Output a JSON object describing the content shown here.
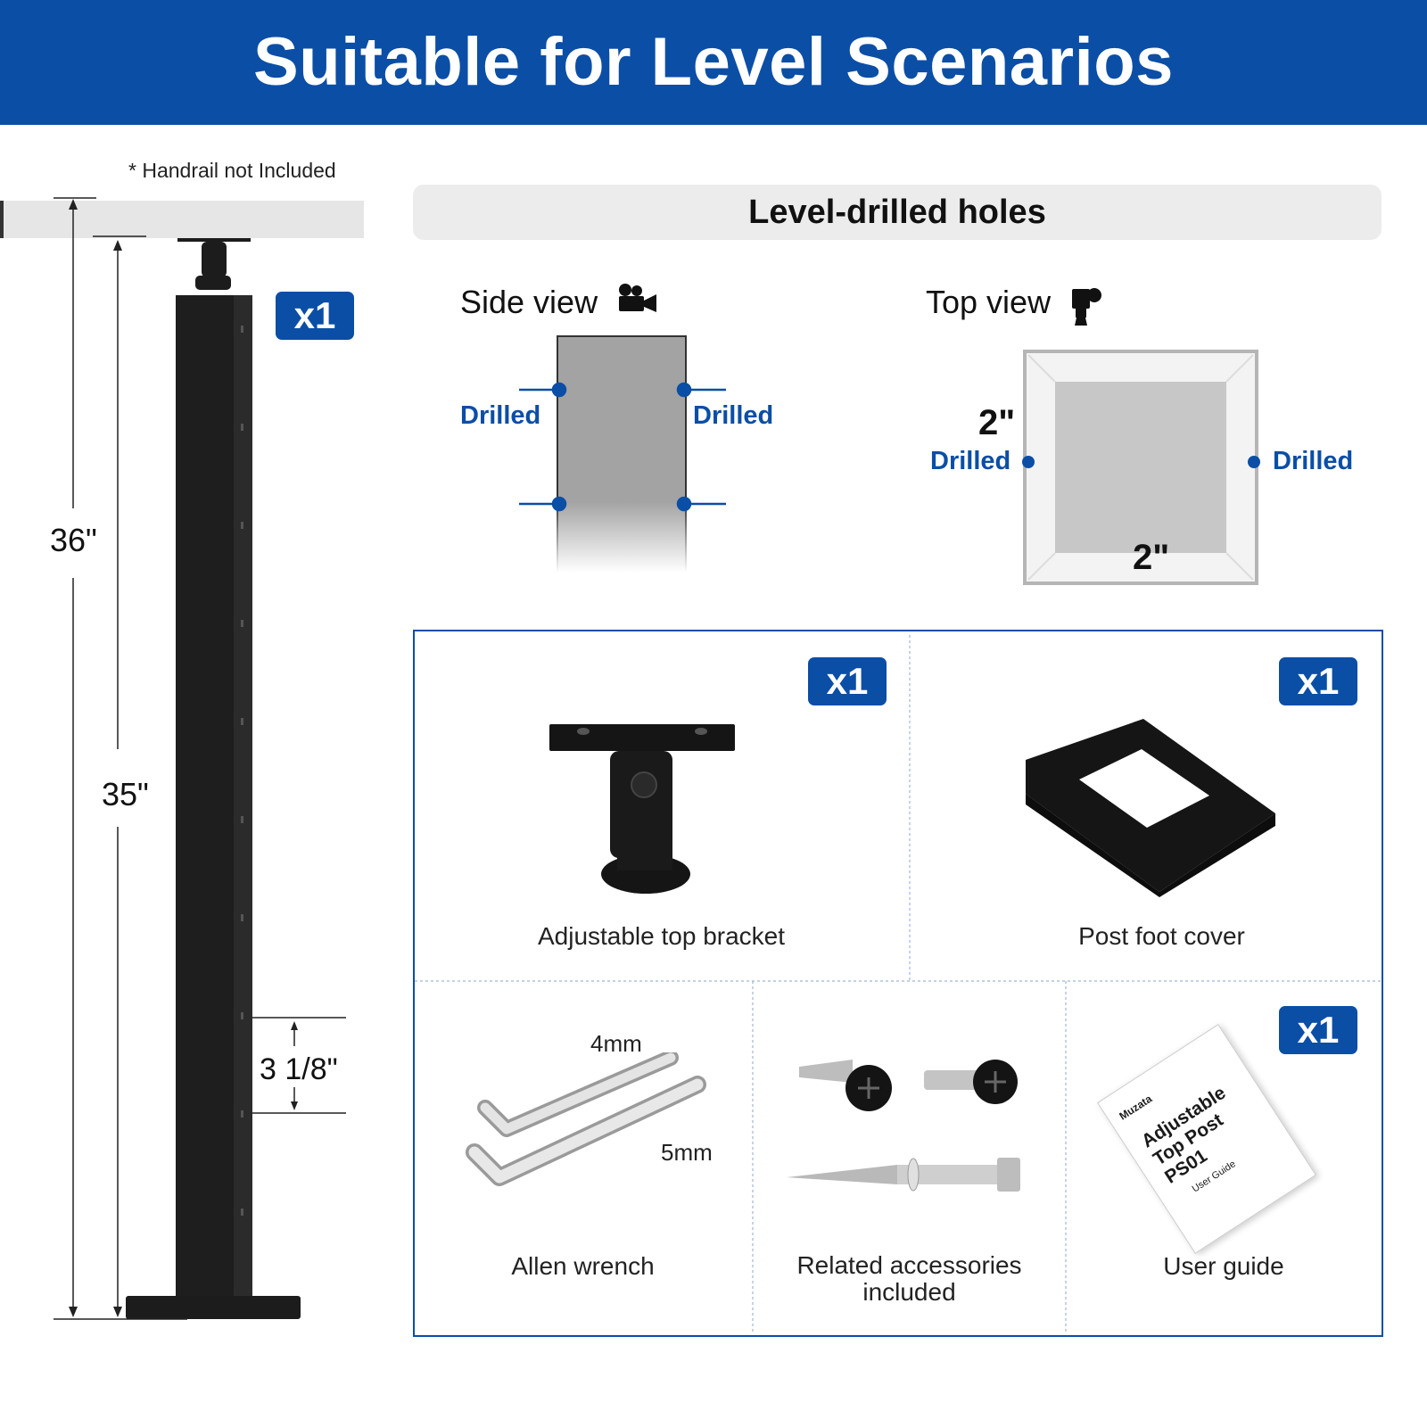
{
  "header": {
    "title": "Suitable for Level Scenarios"
  },
  "post": {
    "note": "* Handrail not Included",
    "badge": "x1",
    "height_total": "36\"",
    "height_post": "35\"",
    "hole_spacing": "3 1/8\""
  },
  "holes": {
    "title": "Level-drilled holes",
    "side_view": {
      "title": "Side view",
      "icon": "video-camera-icon",
      "drilled_left": "Drilled",
      "drilled_right": "Drilled"
    },
    "top_view": {
      "title": "Top view",
      "icon": "overhead-camera-icon",
      "dim_vertical": "2\"",
      "dim_horizontal": "2\"",
      "drilled_left": "Drilled",
      "drilled_right": "Drilled"
    }
  },
  "kit": {
    "items": [
      {
        "label": "Adjustable top bracket",
        "badge": "x1"
      },
      {
        "label": "Post foot cover",
        "badge": "x1"
      },
      {
        "label": "Allen wrench",
        "size_a": "4mm",
        "size_b": "5mm"
      },
      {
        "label": "Related accessories included"
      },
      {
        "label": "User guide",
        "badge": "x1"
      }
    ],
    "manual": {
      "brand": "Muzata",
      "title_line1": "Adjustable",
      "title_line2": "Top Post",
      "title_line3": "PS01",
      "subtitle": "User Guide"
    }
  },
  "colors": {
    "brand_blue": "#0b4ea6",
    "post_black": "#1c1c1c",
    "panel_grey": "#ececec"
  }
}
